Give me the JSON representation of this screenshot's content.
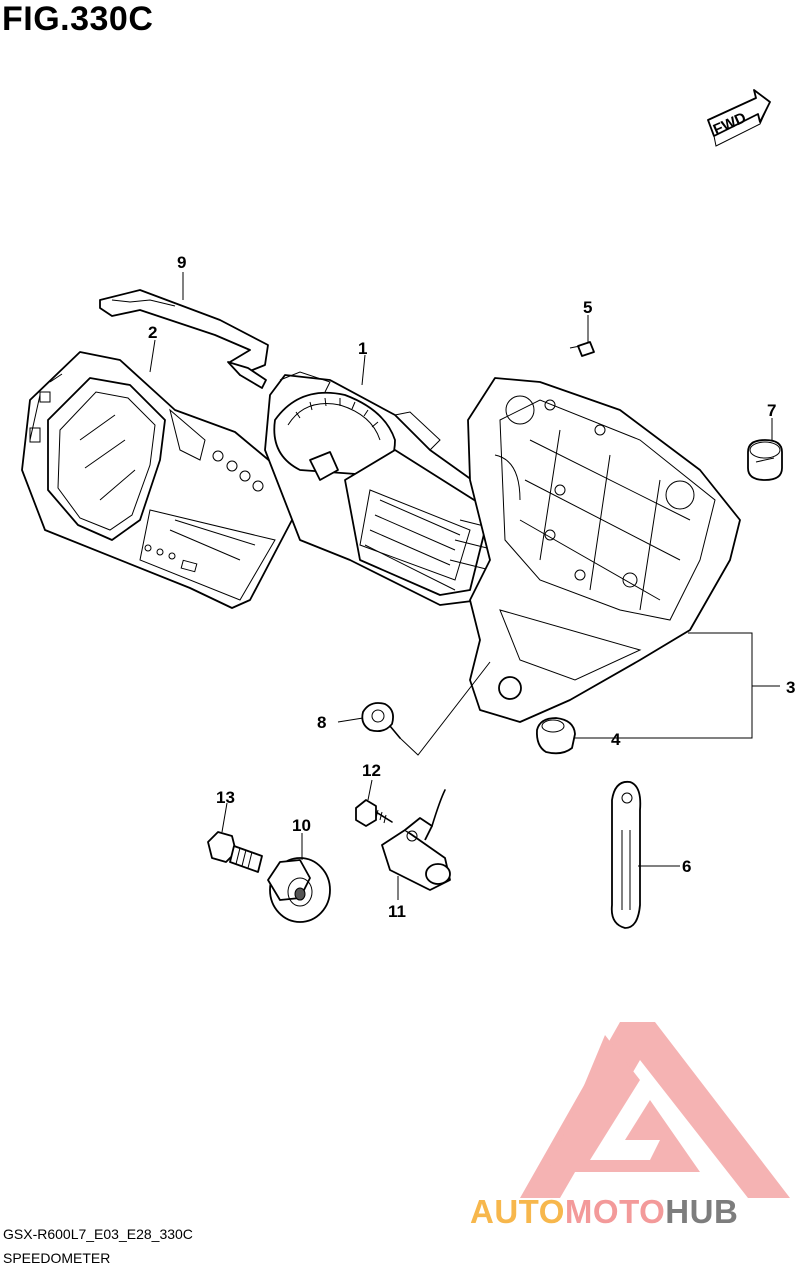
{
  "figure": {
    "title": "FIG.330C",
    "direction_label": "FWD"
  },
  "callouts": [
    "1",
    "2",
    "3",
    "4",
    "5",
    "6",
    "7",
    "8",
    "9",
    "10",
    "11",
    "12",
    "13"
  ],
  "footer": {
    "model_code": "GSX-R600L7_E03_E28_330C",
    "caption": "SPEEDOMETER"
  },
  "watermark": {
    "part1": "AUTO",
    "part2": "MOTO",
    "part3": "HUB",
    "color_auto": "#f7b74c",
    "color_moto": "#f39a9a",
    "color_hub": "#7d7d7d",
    "logo_color": "#f29a9a"
  }
}
